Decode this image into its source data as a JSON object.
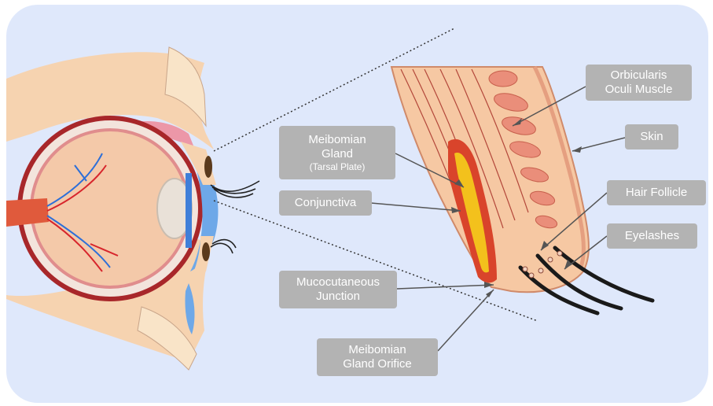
{
  "diagram": {
    "colors": {
      "background": "#dfe8fb",
      "label_bg": "#b3b3b3",
      "label_text": "#ffffff",
      "leader_line": "#555555",
      "skin": "#f6d3b0",
      "gland": "#f3c11c",
      "gland_wall": "#d9442b",
      "cornea": "#6ea8e8"
    },
    "labels": {
      "orbicularis": [
        "Orbicularis",
        "Oculi Muscle"
      ],
      "skin": "Skin",
      "meibomian_gland": [
        "Meibomian",
        "Gland"
      ],
      "tarsal_plate": "(Tarsal Plate)",
      "hair_follicle": "Hair Follicle",
      "conjunctiva": "Conjunctiva",
      "eyelashes": "Eyelashes",
      "mucocutaneous": [
        "Mucocutaneous",
        "Junction"
      ],
      "gland_orifice": [
        "Meibomian",
        "Gland Orifice"
      ]
    }
  }
}
